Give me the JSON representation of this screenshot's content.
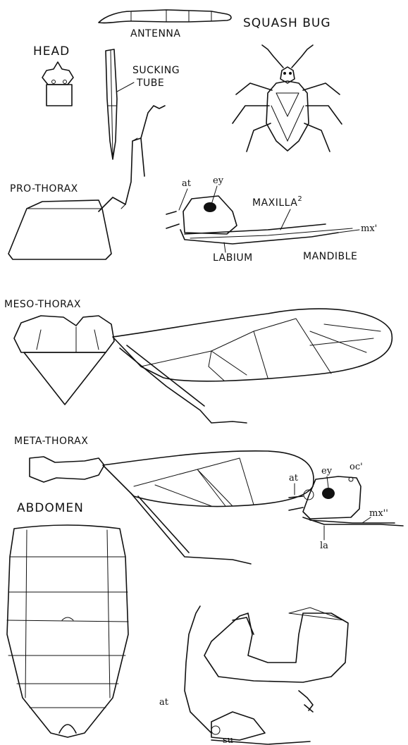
{
  "labels": {
    "antenna": "ANTENNA",
    "squash_bug": "SQUASH BUG",
    "head": "HEAD",
    "sucking_tube": [
      "SUCKING",
      "TUBE"
    ],
    "pro_thorax": "PRO-THORAX",
    "meso_thorax": "MESO-THORAX",
    "meta_thorax": "META-THORAX",
    "abdomen": "ABDOMEN",
    "maxilla2": "MAXILLA",
    "maxilla2_sup": "2",
    "labium": "LABIUM",
    "mandible": "MANDIBLE",
    "at_1": "at",
    "ey_1": "ey",
    "mx_1": "mx'",
    "at_2": "at",
    "ey_2": "ey",
    "oc_2": "oc'",
    "mx_2": "mx''",
    "la_2": "la",
    "at_3": "at",
    "su_3": "su"
  }
}
